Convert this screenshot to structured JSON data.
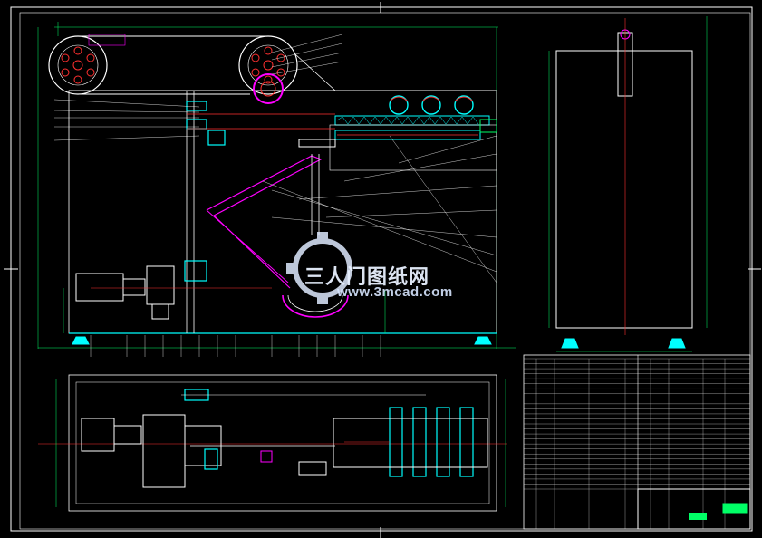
{
  "watermark": {
    "cn_text": "三人门图纸网",
    "url_text": "www.3mcad.com"
  },
  "colors": {
    "background": "#000000",
    "frame": "#ffffff",
    "cyan": "#00ffff",
    "green": "#00ff66",
    "red": "#ff3030",
    "magenta": "#ff00ff",
    "yellow": "#ffff00",
    "white": "#ffffff"
  },
  "title_block": {
    "rows": 26,
    "cols": 4
  }
}
